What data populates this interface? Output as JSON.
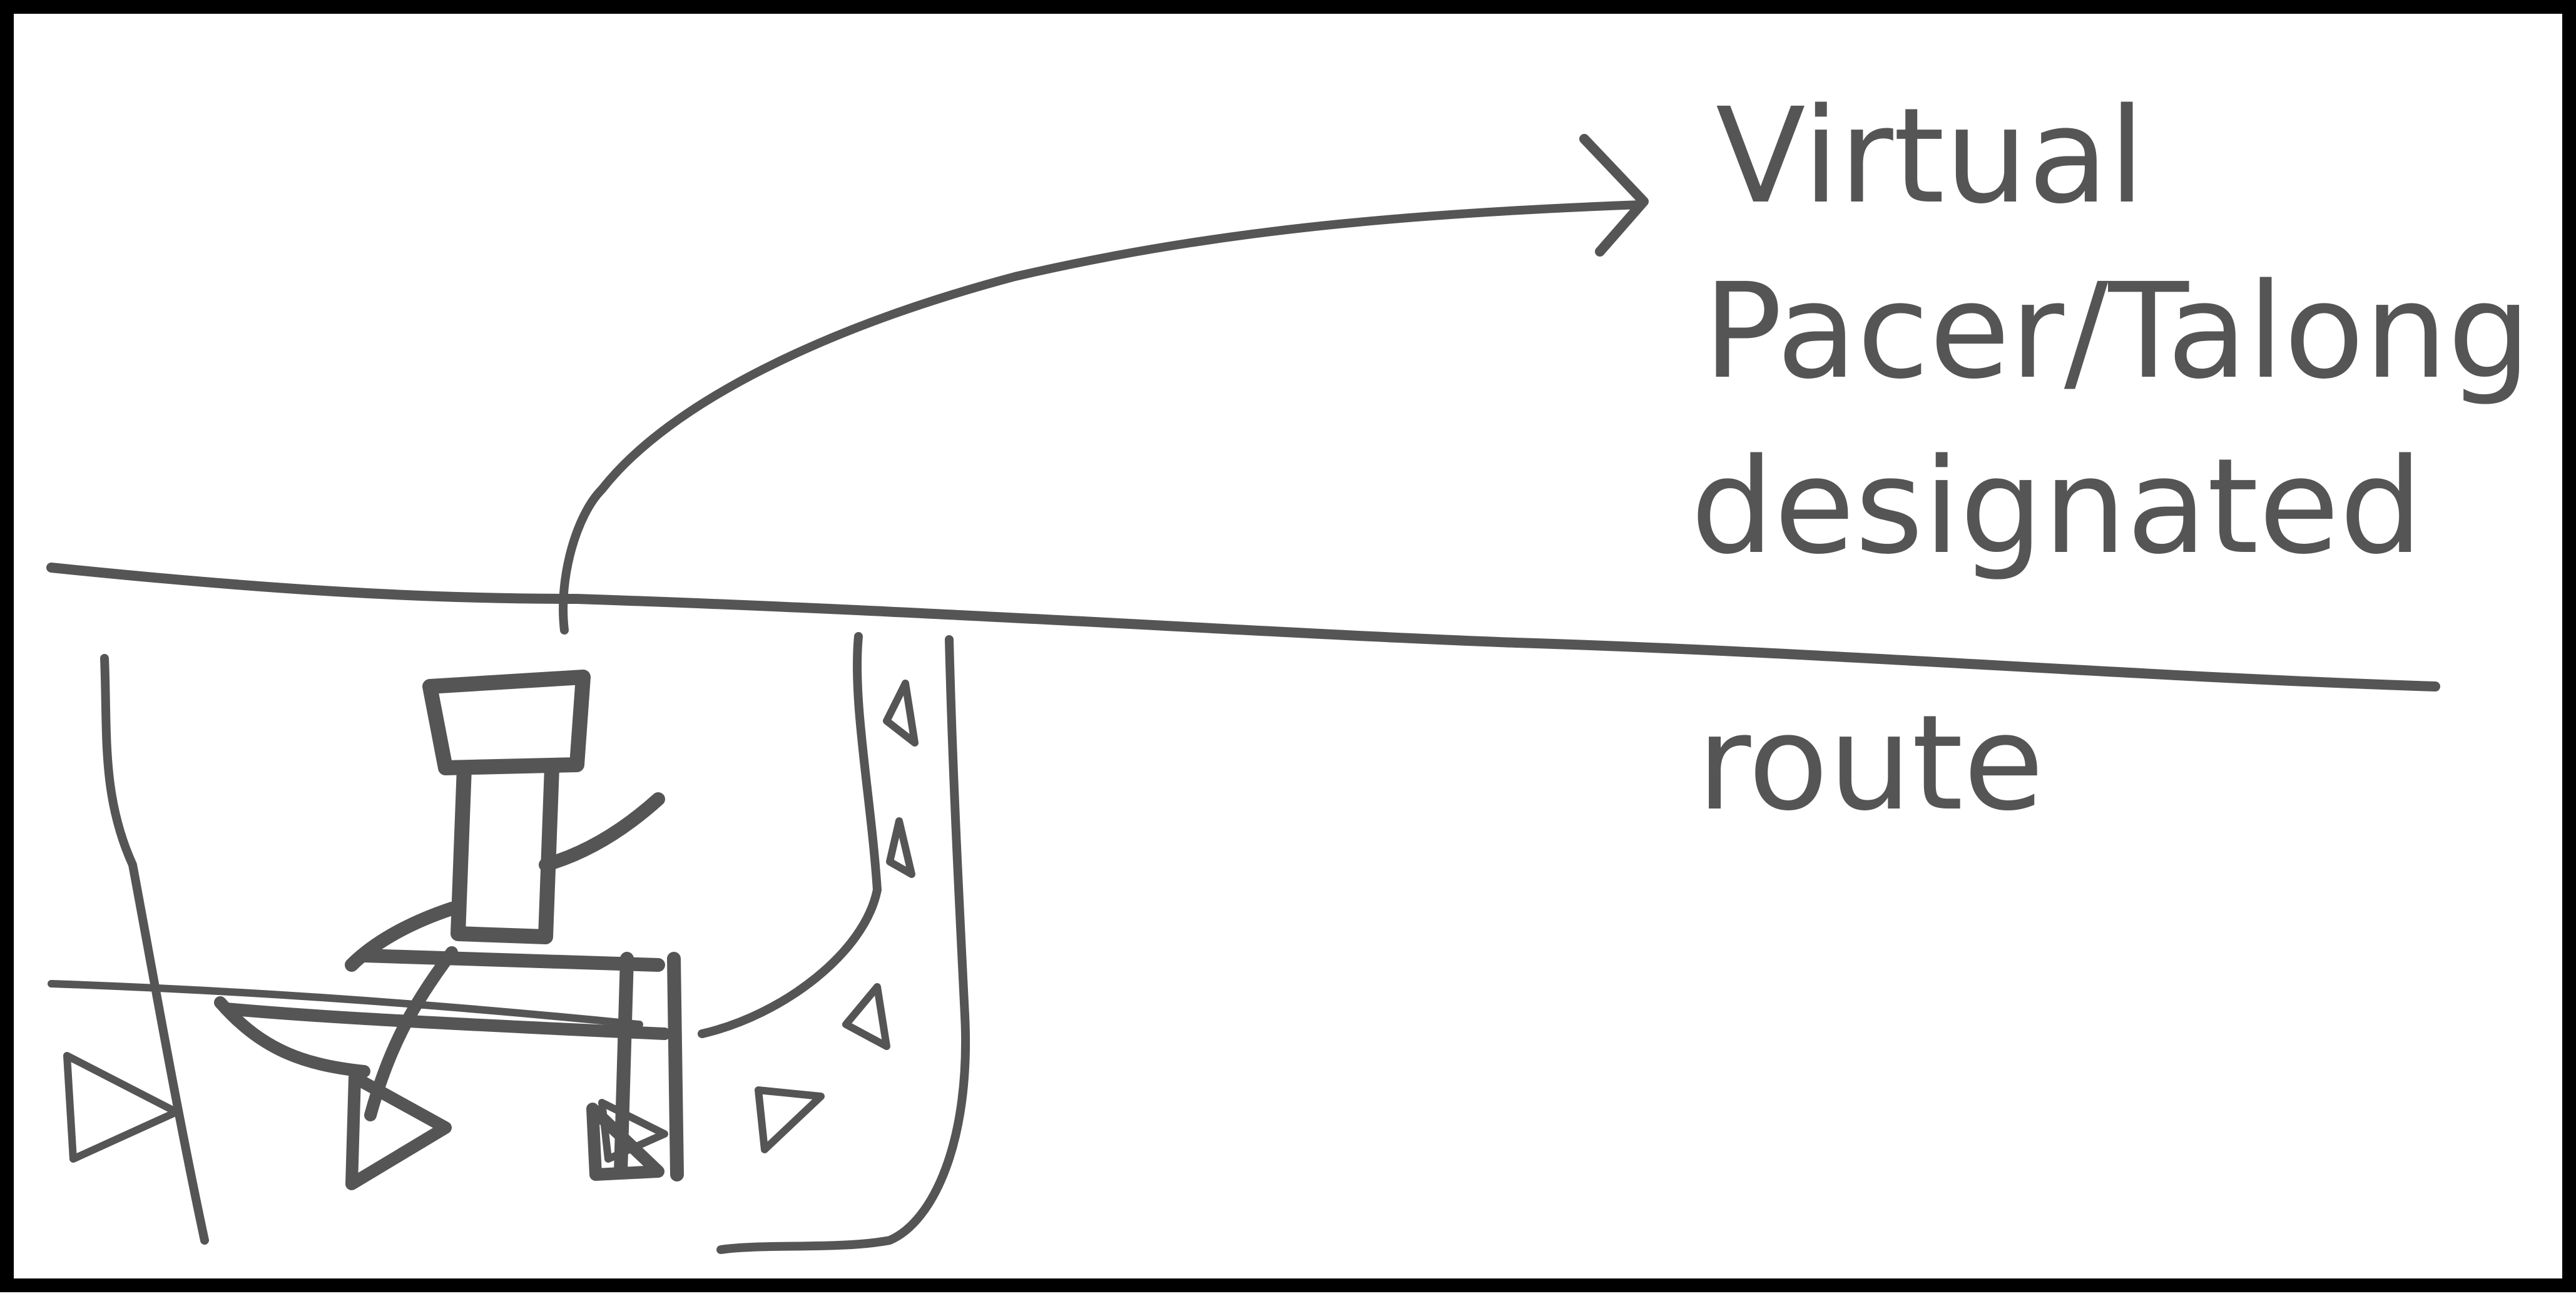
{
  "annotation": {
    "lines": [
      "Virtual",
      "Pacer/Talong",
      "designated"
    ],
    "route_word": "route"
  },
  "colors": {
    "ink": "#555555",
    "frame": "#000000",
    "background": "#ffffff"
  }
}
